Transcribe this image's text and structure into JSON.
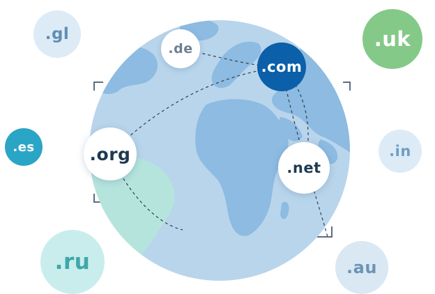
{
  "domains": {
    "gl": ".gl",
    "de": ".de",
    "com": ".com",
    "uk": ".uk",
    "es": ".es",
    "org": ".org",
    "net": ".net",
    "in": ".in",
    "ru": ".ru",
    "au": ".au"
  },
  "colors": {
    "globe_ocean": "#b9d5ec",
    "globe_land": "#8dbbe1",
    "globe_land_green": "#b5e4dd",
    "com_bubble": "#0c5fa9",
    "uk_bubble": "#85c988",
    "es_bubble": "#2ba5c6"
  }
}
